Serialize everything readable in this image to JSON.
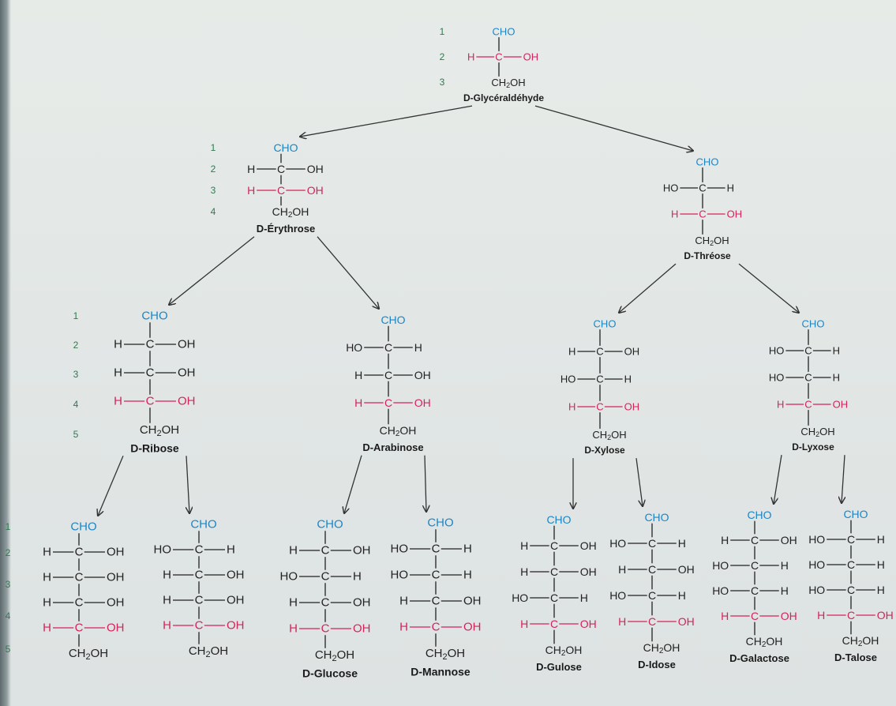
{
  "colors": {
    "carbonyl": "#1a86c7",
    "chiral": "#d5225a",
    "text": "#222222",
    "carbon_number": "#2f7a4f",
    "arrow": "#333333"
  },
  "row_numbers": {
    "row0": [
      "1",
      "2",
      "3"
    ],
    "row1": [
      "1",
      "2",
      "3",
      "4"
    ],
    "row2": [
      "1",
      "2",
      "3",
      "4",
      "5"
    ],
    "row3": [
      "1",
      "2",
      "3",
      "4",
      "5"
    ]
  },
  "molecules": [
    {
      "id": "glyceraldehyde",
      "name": "D-Glycéraldéhyde",
      "top": "CHO",
      "bottom": "CH2OH",
      "rows": [
        {
          "left": "H",
          "right": "OH",
          "red": true
        }
      ]
    },
    {
      "id": "erythrose",
      "name": "D-Érythrose",
      "top": "CHO",
      "bottom": "CH2OH",
      "rows": [
        {
          "left": "H",
          "right": "OH",
          "red": false
        },
        {
          "left": "H",
          "right": "OH",
          "red": true
        }
      ]
    },
    {
      "id": "threose",
      "name": "D-Thréose",
      "top": "CHO",
      "bottom": "CH2OH",
      "rows": [
        {
          "left": "HO",
          "right": "H",
          "red": false
        },
        {
          "left": "H",
          "right": "OH",
          "red": true
        }
      ]
    },
    {
      "id": "ribose",
      "name": "D-Ribose",
      "top": "CHO",
      "bottom": "CH2OH",
      "rows": [
        {
          "left": "H",
          "right": "OH",
          "red": false
        },
        {
          "left": "H",
          "right": "OH",
          "red": false
        },
        {
          "left": "H",
          "right": "OH",
          "red": true
        }
      ]
    },
    {
      "id": "arabinose",
      "name": "D-Arabinose",
      "top": "CHO",
      "bottom": "CH2OH",
      "rows": [
        {
          "left": "HO",
          "right": "H",
          "red": false
        },
        {
          "left": "H",
          "right": "OH",
          "red": false
        },
        {
          "left": "H",
          "right": "OH",
          "red": true
        }
      ]
    },
    {
      "id": "xylose",
      "name": "D-Xylose",
      "top": "CHO",
      "bottom": "CH2OH",
      "rows": [
        {
          "left": "H",
          "right": "OH",
          "red": false
        },
        {
          "left": "HO",
          "right": "H",
          "red": false
        },
        {
          "left": "H",
          "right": "OH",
          "red": true
        }
      ]
    },
    {
      "id": "lyxose",
      "name": "D-Lyxose",
      "top": "CHO",
      "bottom": "CH2OH",
      "rows": [
        {
          "left": "HO",
          "right": "H",
          "red": false
        },
        {
          "left": "HO",
          "right": "H",
          "red": false
        },
        {
          "left": "H",
          "right": "OH",
          "red": true
        }
      ]
    },
    {
      "id": "allose",
      "name": "",
      "top": "CHO",
      "bottom": "CH2OH",
      "rows": [
        {
          "left": "H",
          "right": "OH",
          "red": false
        },
        {
          "left": "H",
          "right": "OH",
          "red": false
        },
        {
          "left": "H",
          "right": "OH",
          "red": false
        },
        {
          "left": "H",
          "right": "OH",
          "red": true
        }
      ]
    },
    {
      "id": "altrose",
      "name": "",
      "top": "CHO",
      "bottom": "CH2OH",
      "rows": [
        {
          "left": "HO",
          "right": "H",
          "red": false
        },
        {
          "left": "H",
          "right": "OH",
          "red": false
        },
        {
          "left": "H",
          "right": "OH",
          "red": false
        },
        {
          "left": "H",
          "right": "OH",
          "red": true
        }
      ]
    },
    {
      "id": "glucose",
      "name": "D-Glucose",
      "top": "CHO",
      "bottom": "CH2OH",
      "rows": [
        {
          "left": "H",
          "right": "OH",
          "red": false
        },
        {
          "left": "HO",
          "right": "H",
          "red": false
        },
        {
          "left": "H",
          "right": "OH",
          "red": false
        },
        {
          "left": "H",
          "right": "OH",
          "red": true
        }
      ]
    },
    {
      "id": "mannose",
      "name": "D-Mannose",
      "top": "CHO",
      "bottom": "CH2OH",
      "rows": [
        {
          "left": "HO",
          "right": "H",
          "red": false
        },
        {
          "left": "HO",
          "right": "H",
          "red": false
        },
        {
          "left": "H",
          "right": "OH",
          "red": false
        },
        {
          "left": "H",
          "right": "OH",
          "red": true
        }
      ]
    },
    {
      "id": "gulose",
      "name": "D-Gulose",
      "top": "CHO",
      "bottom": "CH2OH",
      "rows": [
        {
          "left": "H",
          "right": "OH",
          "red": false
        },
        {
          "left": "H",
          "right": "OH",
          "red": false
        },
        {
          "left": "HO",
          "right": "H",
          "red": false
        },
        {
          "left": "H",
          "right": "OH",
          "red": true
        }
      ]
    },
    {
      "id": "idose",
      "name": "D-Idose",
      "top": "CHO",
      "bottom": "CH2OH",
      "rows": [
        {
          "left": "HO",
          "right": "H",
          "red": false
        },
        {
          "left": "H",
          "right": "OH",
          "red": false
        },
        {
          "left": "HO",
          "right": "H",
          "red": false
        },
        {
          "left": "H",
          "right": "OH",
          "red": true
        }
      ]
    },
    {
      "id": "galactose",
      "name": "D-Galactose",
      "top": "CHO",
      "bottom": "CH2OH",
      "rows": [
        {
          "left": "H",
          "right": "OH",
          "red": false
        },
        {
          "left": "HO",
          "right": "H",
          "red": false
        },
        {
          "left": "HO",
          "right": "H",
          "red": false
        },
        {
          "left": "H",
          "right": "OH",
          "red": true
        }
      ]
    },
    {
      "id": "talose",
      "name": "D-Talose",
      "top": "CHO",
      "bottom": "CH2OH",
      "rows": [
        {
          "left": "HO",
          "right": "H",
          "red": false
        },
        {
          "left": "HO",
          "right": "H",
          "red": false
        },
        {
          "left": "HO",
          "right": "H",
          "red": false
        },
        {
          "left": "H",
          "right": "OH",
          "red": true
        }
      ]
    }
  ],
  "edges": [
    [
      "glyceraldehyde",
      "erythrose"
    ],
    [
      "glyceraldehyde",
      "threose"
    ],
    [
      "erythrose",
      "ribose"
    ],
    [
      "erythrose",
      "arabinose"
    ],
    [
      "threose",
      "xylose"
    ],
    [
      "threose",
      "lyxose"
    ],
    [
      "ribose",
      "allose"
    ],
    [
      "ribose",
      "altrose"
    ],
    [
      "arabinose",
      "glucose"
    ],
    [
      "arabinose",
      "mannose"
    ],
    [
      "xylose",
      "gulose"
    ],
    [
      "xylose",
      "idose"
    ],
    [
      "lyxose",
      "galactose"
    ],
    [
      "lyxose",
      "talose"
    ]
  ]
}
